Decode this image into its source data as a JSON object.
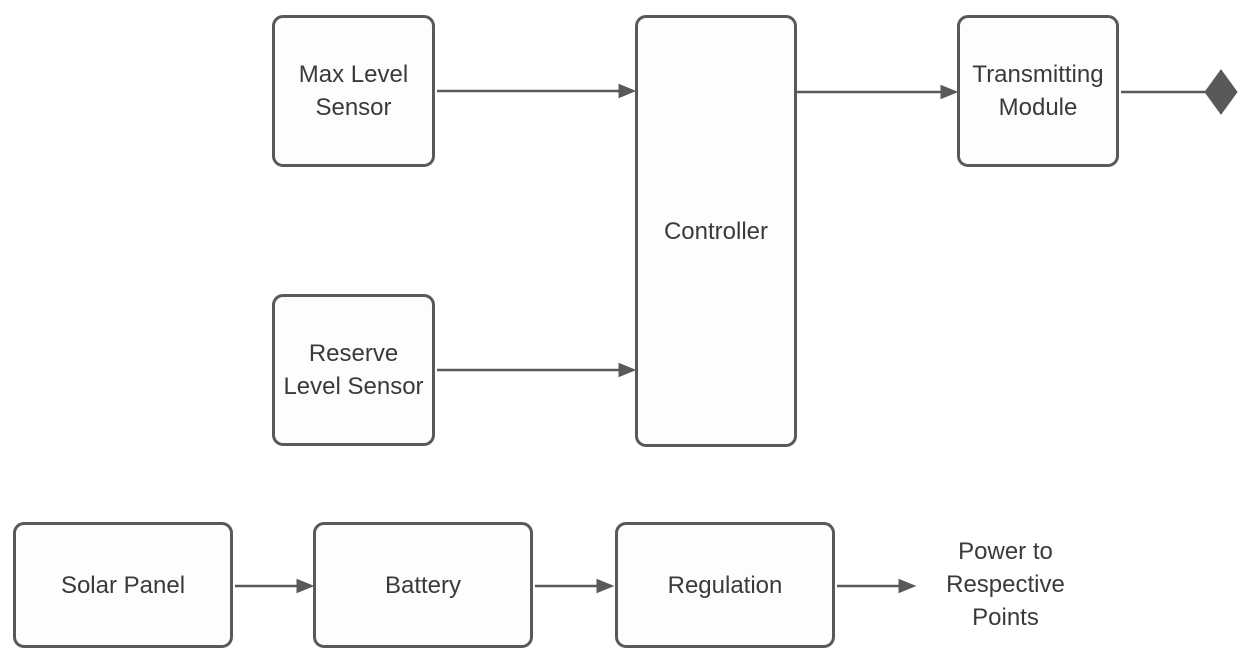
{
  "colors": {
    "stroke": "#595959",
    "text": "#3a3a3a",
    "box_fill": "#fdfdfd",
    "background": "#ffffff"
  },
  "nodes": {
    "max_level_sensor": {
      "label": "Max Level\nSensor"
    },
    "reserve_level_sensor": {
      "label": "Reserve\nLevel Sensor"
    },
    "controller": {
      "label": "Controller"
    },
    "transmitting_module": {
      "label": "Transmitting\nModule"
    },
    "solar_panel": {
      "label": "Solar Panel"
    },
    "battery": {
      "label": "Battery"
    },
    "regulation": {
      "label": "Regulation"
    },
    "power_output": {
      "label": "Power to\nRespective\nPoints"
    }
  },
  "connections": [
    {
      "from": "Max Level Sensor",
      "to": "Controller",
      "style": "arrow"
    },
    {
      "from": "Reserve Level Sensor",
      "to": "Controller",
      "style": "arrow"
    },
    {
      "from": "Controller",
      "to": "Transmitting Module",
      "style": "arrow"
    },
    {
      "from": "Transmitting Module",
      "to": "Output",
      "style": "diamond-endpoint"
    },
    {
      "from": "Solar Panel",
      "to": "Battery",
      "style": "arrow"
    },
    {
      "from": "Battery",
      "to": "Regulation",
      "style": "arrow"
    },
    {
      "from": "Regulation",
      "to": "Power to Respective Points",
      "style": "arrow"
    }
  ]
}
